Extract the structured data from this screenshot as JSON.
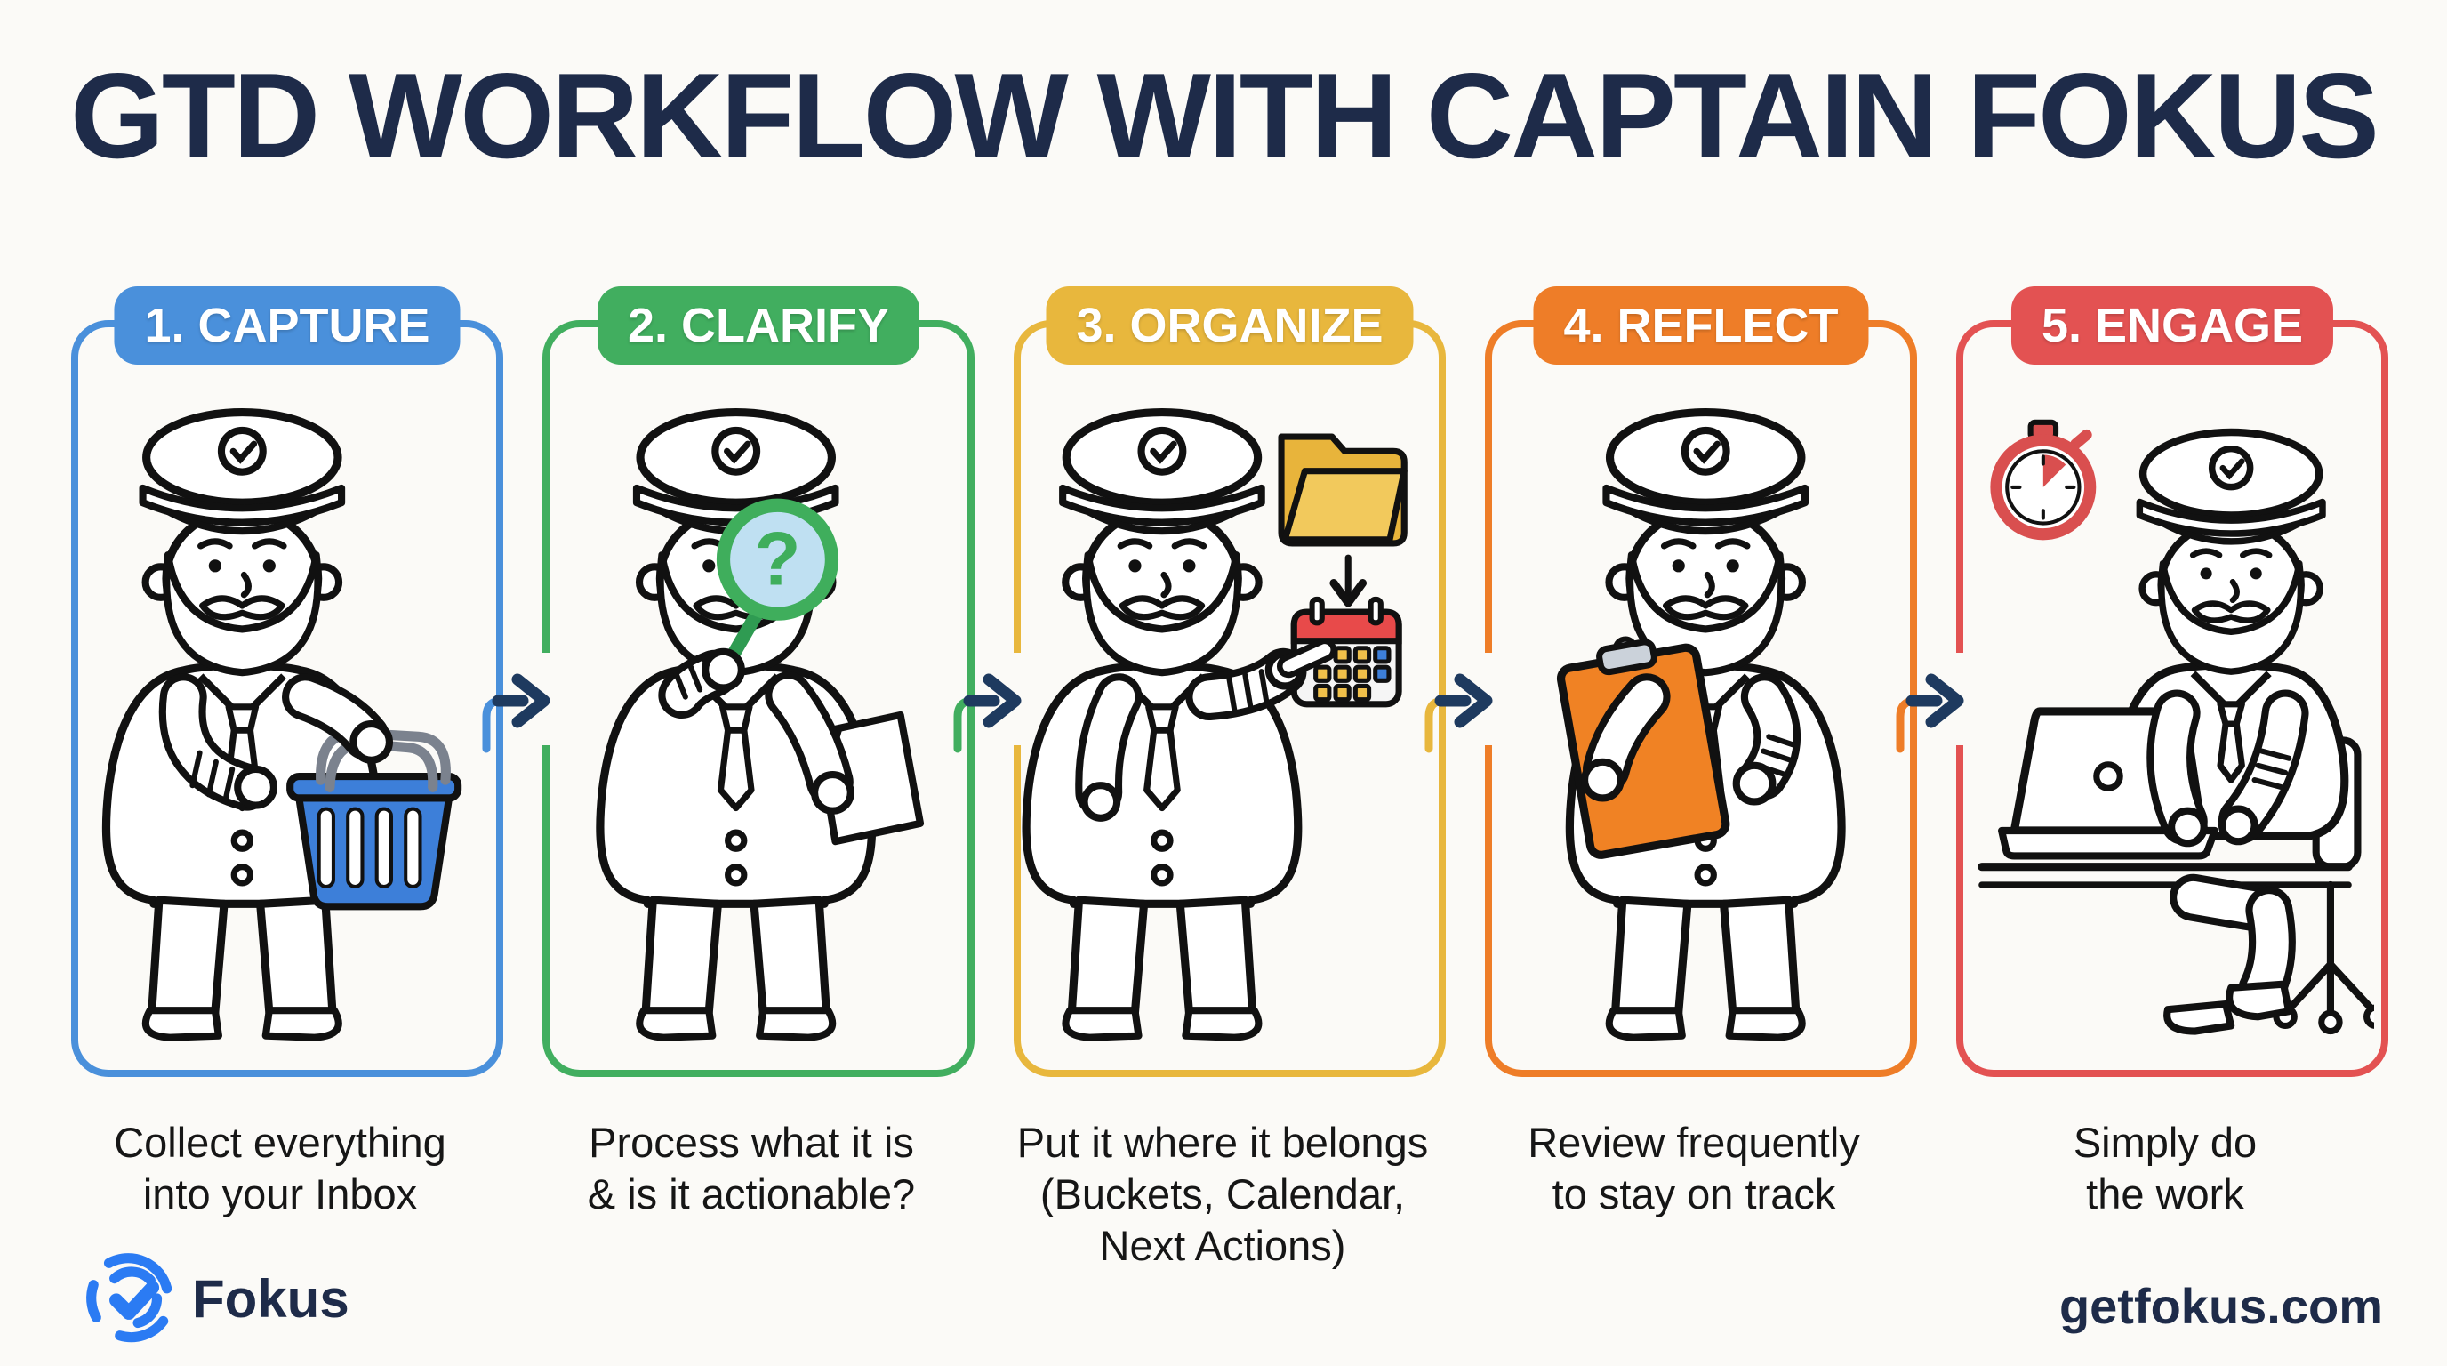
{
  "title": "GTD WORKFLOW WITH CAPTAIN FOKUS",
  "steps": [
    {
      "badge": "1. CAPTURE",
      "color": "#4A90DB",
      "description_lines": [
        "Collect everything",
        "into your Inbox"
      ],
      "illustration": "captain-holding-blue-shopping-basket"
    },
    {
      "badge": "2. CLARIFY",
      "color": "#41AE5F",
      "description_lines": [
        "Process what it is",
        "& is it actionable?"
      ],
      "illustration": "captain-with-question-mark-magnifier-and-paper"
    },
    {
      "badge": "3. ORGANIZE",
      "color": "#E8B73D",
      "description_lines": [
        "Put it where it belongs",
        "(Buckets, Calendar,",
        "Next Actions)"
      ],
      "illustration": "captain-pointing-at-folder-and-calendar"
    },
    {
      "badge": "4. REFLECT",
      "color": "#EE7D28",
      "description_lines": [
        "Review frequently",
        "to stay on track"
      ],
      "illustration": "captain-holding-orange-clipboard"
    },
    {
      "badge": "5. ENGAGE",
      "color": "#E35252",
      "description_lines": [
        "Simply do",
        "the work"
      ],
      "illustration": "captain-working-on-laptop-with-stopwatch"
    }
  ],
  "arrow_color": "#1E3A5F",
  "footer": {
    "brand": "Fokus",
    "website": "getfokus.com"
  },
  "palette": {
    "background": "#FBFAF7",
    "title_navy": "#1E2B49",
    "caption_ink": "#161616",
    "logo_blue": "#2B7BF3"
  },
  "illustration_colors": {
    "basket_blue": "#3D7FD9",
    "basket_handle_gray": "#7B828E",
    "magnifier_green": "#3FAE5C",
    "lens_blue": "#BFE0F2",
    "folder_yellow_back": "#E8B43B",
    "folder_yellow_front": "#F2C95C",
    "calendar_red": "#E84A4A",
    "calendar_cell_yellow": "#F0C04A",
    "calendar_cell_blue": "#3D7FD9",
    "clipboard_orange": "#F08224",
    "clip_gray": "#CBD2DA",
    "stopwatch_red": "#D94F4F"
  }
}
